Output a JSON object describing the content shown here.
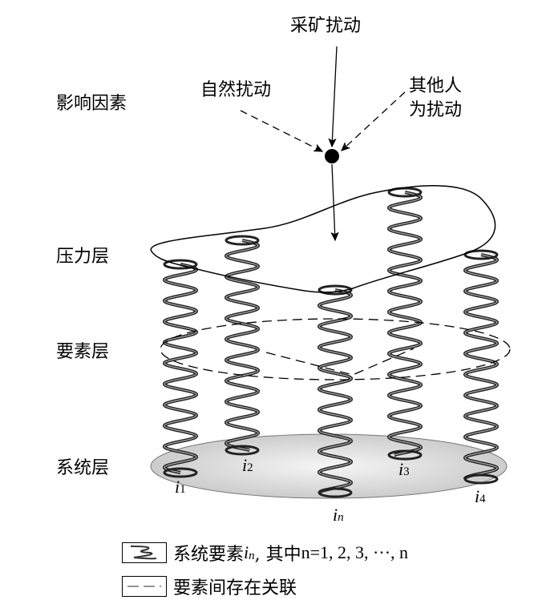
{
  "layers": {
    "factors": "影响因素",
    "pressure": "压力层",
    "element": "要素层",
    "system": "系统层"
  },
  "disturbances": {
    "mining": "采矿扰动",
    "natural": "自然扰动",
    "human_line1": "其他人",
    "human_line2": "为扰动"
  },
  "springs": [
    {
      "label": "i",
      "sub": "1"
    },
    {
      "label": "i",
      "sub": "2"
    },
    {
      "label": "i",
      "sub": "n"
    },
    {
      "label": "i",
      "sub": "3"
    },
    {
      "label": "i",
      "sub": "4"
    }
  ],
  "legend": {
    "spring_text": "系统要素",
    "spring_var": "i",
    "spring_sub": "n",
    "spring_rest": ", 其中 ",
    "spring_formula": "n=1, 2, 3, ···, n",
    "dashed_text": "要素间存在关联"
  }
}
